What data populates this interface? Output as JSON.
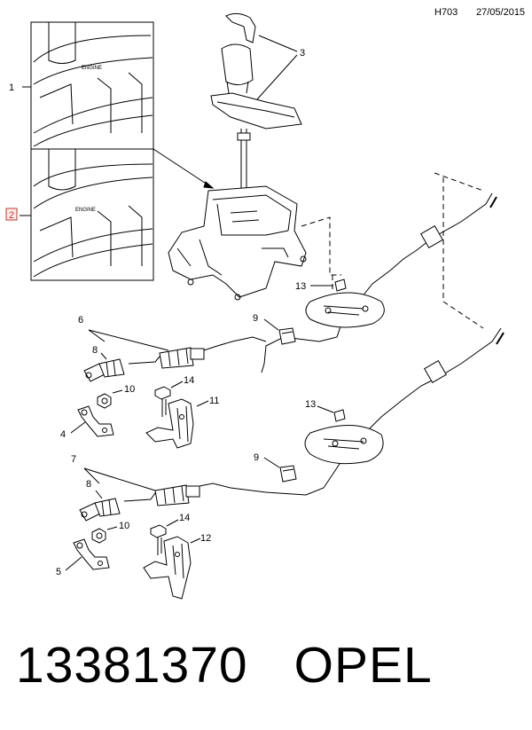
{
  "header": {
    "code": "H703",
    "date": "27/05/2015"
  },
  "callouts": {
    "c1": "1",
    "c2": "2",
    "c3": "3",
    "c4": "4",
    "c5": "5",
    "c6": "6",
    "c7": "7",
    "c8a": "8",
    "c8b": "8",
    "c9a": "9",
    "c9b": "9",
    "c10a": "10",
    "c10b": "10",
    "c11": "11",
    "c12": "12",
    "c13a": "13",
    "c13b": "13",
    "c14a": "14",
    "c14b": "14"
  },
  "footer": {
    "part_number": "13381370",
    "brand": "OPEL"
  },
  "colors": {
    "line": "#000000",
    "highlight": "#c0392b"
  }
}
